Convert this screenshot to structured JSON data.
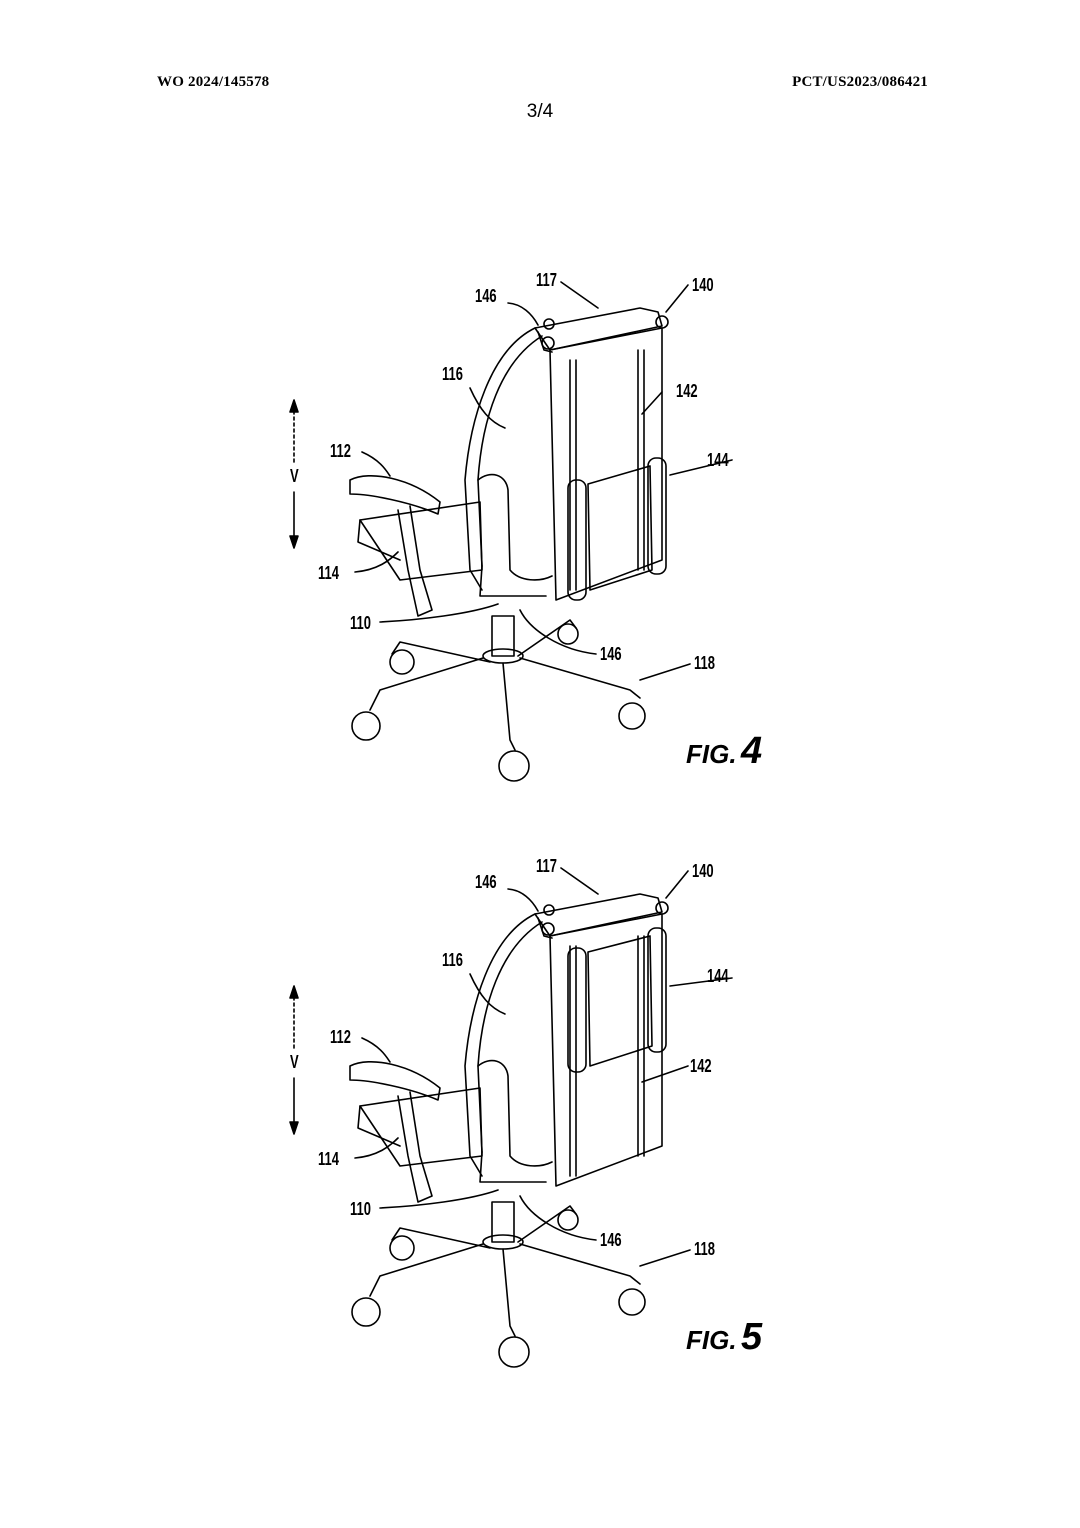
{
  "header": {
    "left": "WO 2024/145578",
    "right": "PCT/US2023/086421",
    "page": "3/4"
  },
  "figures": [
    {
      "caption_prefix": "FIG.",
      "caption_number": "4",
      "labels": {
        "l117": "117",
        "l140": "140",
        "l146_top": "146",
        "l116": "116",
        "l142": "142",
        "l144": "144",
        "l112": "112",
        "lV": "V",
        "l114": "114",
        "l110": "110",
        "l146_bottom": "146",
        "l118": "118"
      }
    },
    {
      "caption_prefix": "FIG.",
      "caption_number": "5",
      "labels": {
        "l117": "117",
        "l140": "140",
        "l146_top": "146",
        "l116": "116",
        "l142": "142",
        "l144": "144",
        "l112": "112",
        "lV": "V",
        "l114": "114",
        "l110": "110",
        "l146_bottom": "146",
        "l118": "118"
      }
    }
  ]
}
